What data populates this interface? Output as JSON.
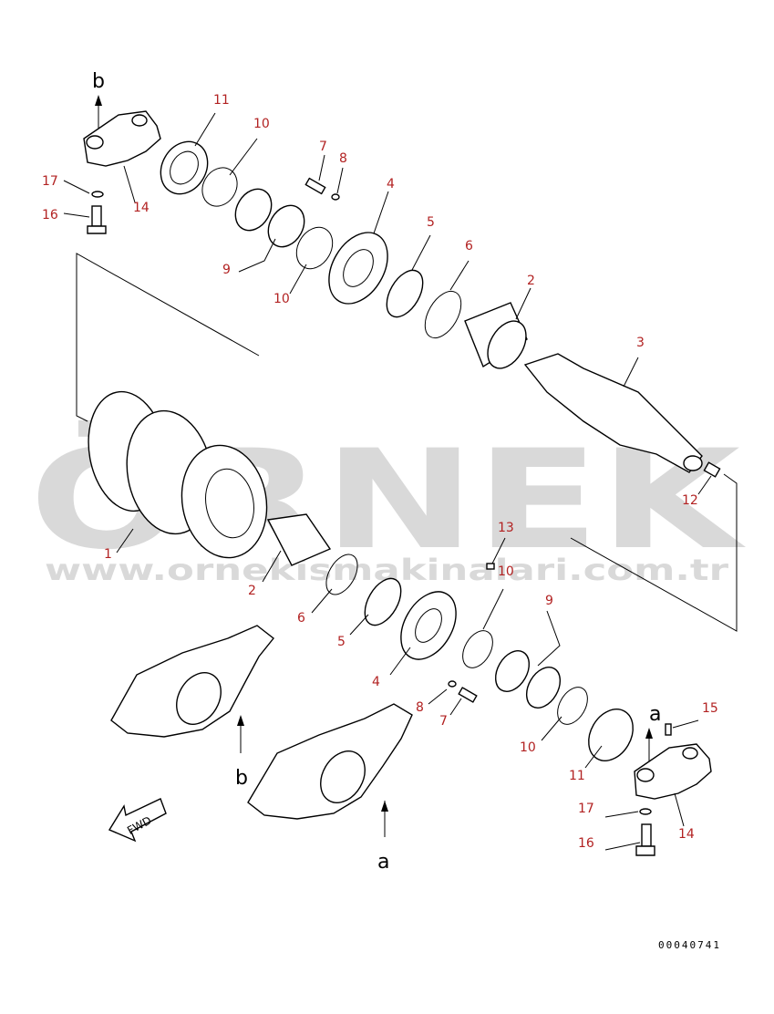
{
  "watermark": {
    "brand": "ÖRNEK",
    "url": "www.ornekismakinalari.com.tr"
  },
  "diagram": {
    "drawing_number": "00040741",
    "fwd_label": "FWD",
    "view_letters": {
      "a_top": "a",
      "b_top": "b",
      "a_bottom": "a",
      "b_bottom": "b"
    },
    "callouts": [
      {
        "id": "c11-top",
        "label": "11"
      },
      {
        "id": "c10-top",
        "label": "10"
      },
      {
        "id": "c7-top",
        "label": "7"
      },
      {
        "id": "c8-top",
        "label": "8"
      },
      {
        "id": "c4-top",
        "label": "4"
      },
      {
        "id": "c5-top",
        "label": "5"
      },
      {
        "id": "c6-top",
        "label": "6"
      },
      {
        "id": "c2-top",
        "label": "2"
      },
      {
        "id": "c3",
        "label": "3"
      },
      {
        "id": "c17-top",
        "label": "17"
      },
      {
        "id": "c14-top",
        "label": "14"
      },
      {
        "id": "c16-top",
        "label": "16"
      },
      {
        "id": "c9-top",
        "label": "9"
      },
      {
        "id": "c10-mid",
        "label": "10"
      },
      {
        "id": "c12",
        "label": "12"
      },
      {
        "id": "c1",
        "label": "1"
      },
      {
        "id": "c13",
        "label": "13"
      },
      {
        "id": "c10-right",
        "label": "10"
      },
      {
        "id": "c9-bottom",
        "label": "9"
      },
      {
        "id": "c2-bottom",
        "label": "2"
      },
      {
        "id": "c6-bottom",
        "label": "6"
      },
      {
        "id": "c5-bottom",
        "label": "5"
      },
      {
        "id": "c4-bottom",
        "label": "4"
      },
      {
        "id": "c8-bottom",
        "label": "8"
      },
      {
        "id": "c7-bottom",
        "label": "7"
      },
      {
        "id": "c15",
        "label": "15"
      },
      {
        "id": "c10-bottom",
        "label": "10"
      },
      {
        "id": "c11-bottom",
        "label": "11"
      },
      {
        "id": "c17-bottom",
        "label": "17"
      },
      {
        "id": "c14-bottom",
        "label": "14"
      },
      {
        "id": "c16-bottom",
        "label": "16"
      }
    ]
  }
}
